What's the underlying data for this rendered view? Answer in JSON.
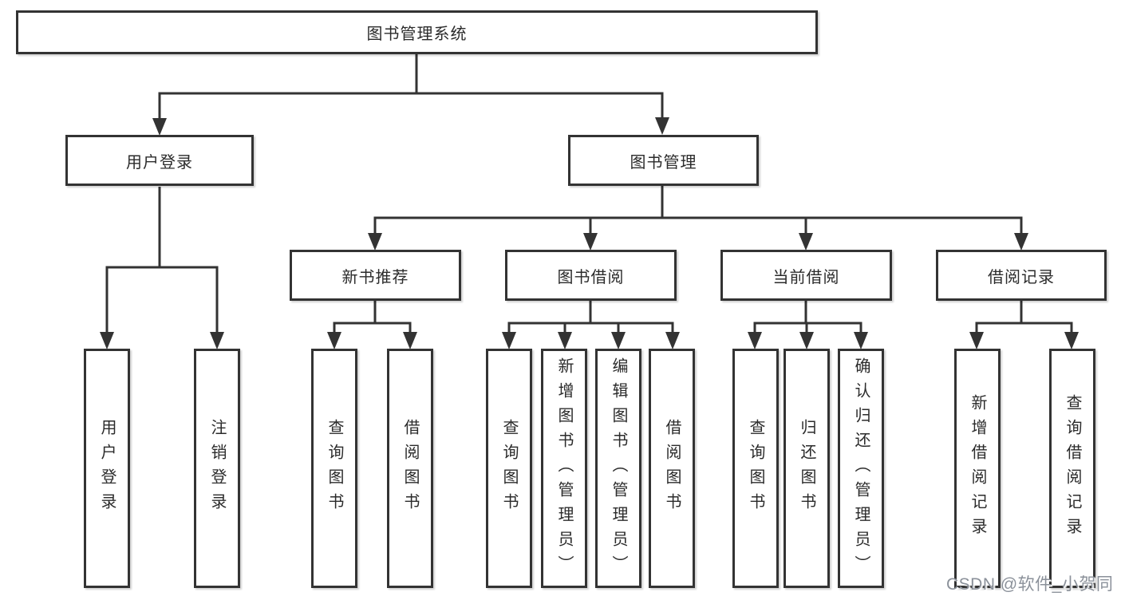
{
  "diagram": {
    "title": "图书管理系统",
    "children": [
      {
        "label": "用户登录",
        "children": [
          {
            "label": "用户登录"
          },
          {
            "label": "注销登录"
          }
        ]
      },
      {
        "label": "图书管理",
        "children": [
          {
            "label": "新书推荐",
            "children": [
              {
                "label": "查询图书"
              },
              {
                "label": "借阅图书"
              }
            ]
          },
          {
            "label": "图书借阅",
            "children": [
              {
                "label": "查询图书"
              },
              {
                "label": "新增图书（管理员）"
              },
              {
                "label": "编辑图书（管理员）"
              },
              {
                "label": "借阅图书"
              }
            ]
          },
          {
            "label": "当前借阅",
            "children": [
              {
                "label": "查询图书"
              },
              {
                "label": "归还图书"
              },
              {
                "label": "确认归还（管理员）"
              }
            ]
          },
          {
            "label": "借阅记录",
            "children": [
              {
                "label": "新增借阅记录"
              },
              {
                "label": "查询借阅记录"
              }
            ]
          }
        ]
      }
    ],
    "colors": {
      "line": "#333333",
      "box_border": "#333333",
      "box_fill": "#ffffff",
      "text": "#2b2b2b",
      "watermark": "#8b919a"
    }
  },
  "watermark": {
    "text": "CSDN @软件_小贺同学"
  }
}
